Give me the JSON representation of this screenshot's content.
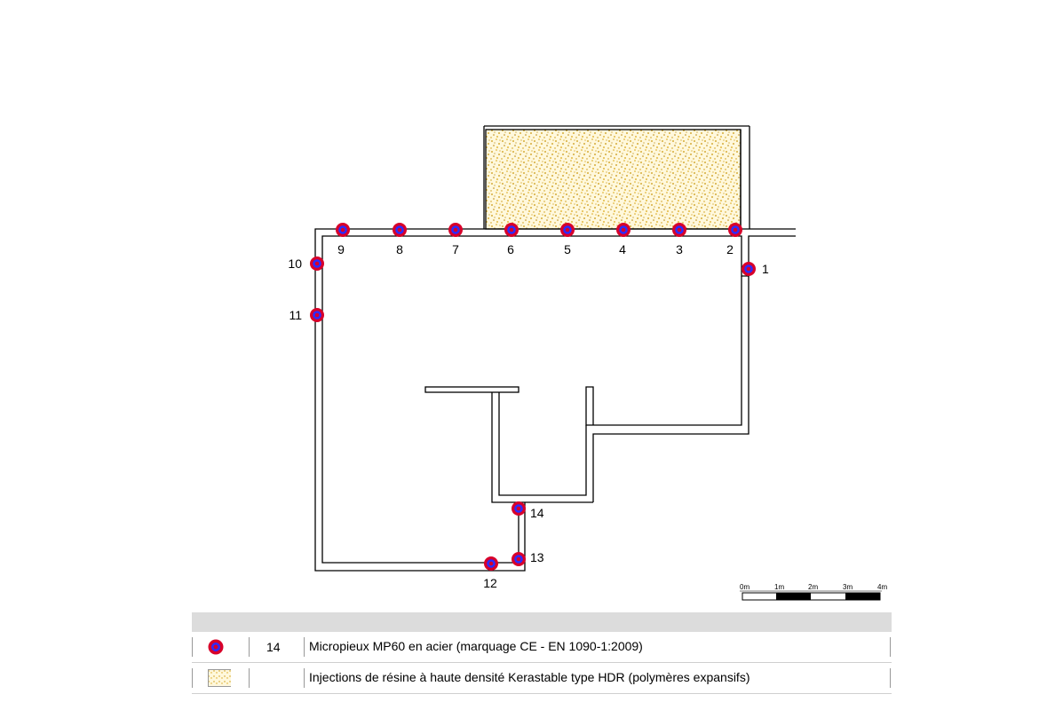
{
  "piles": [
    {
      "number": "1"
    },
    {
      "number": "2"
    },
    {
      "number": "3"
    },
    {
      "number": "4"
    },
    {
      "number": "5"
    },
    {
      "number": "6"
    },
    {
      "number": "7"
    },
    {
      "number": "8"
    },
    {
      "number": "9"
    },
    {
      "number": "10"
    },
    {
      "number": "11"
    },
    {
      "number": "12"
    },
    {
      "number": "13"
    },
    {
      "number": "14"
    }
  ],
  "scale_bar": {
    "labels": [
      "0m",
      "1m",
      "2m",
      "3m",
      "4m"
    ]
  },
  "legend": {
    "rows": [
      {
        "symbol": "micropile-icon",
        "quantity": "14",
        "description": "Micropieux MP60 en acier (marquage CE - EN 1090-1:2009)"
      },
      {
        "symbol": "resin-injection-icon",
        "quantity": "",
        "description": "Injections de résine à haute densité Kerastable type HDR (polymères expansifs)"
      }
    ]
  },
  "colors": {
    "pile_outer": "#d8002a",
    "pile_inner": "#2c2cff",
    "resin_fill": "#c9960a",
    "wall": "#000000"
  }
}
